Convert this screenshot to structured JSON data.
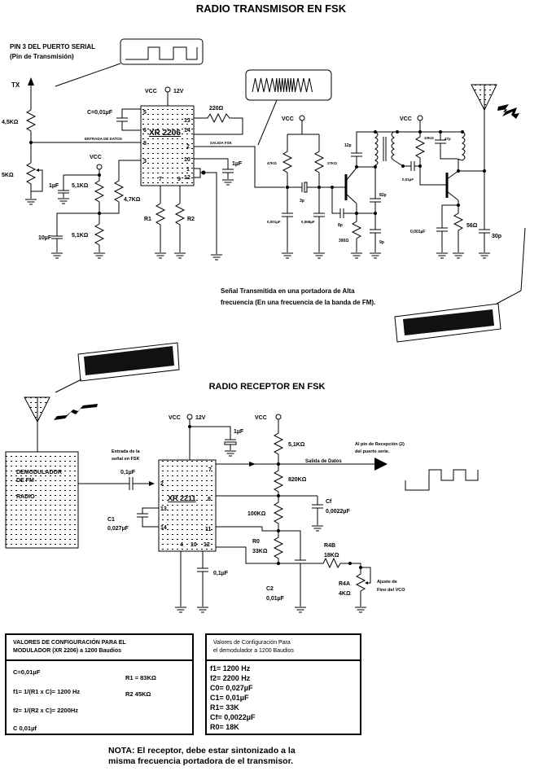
{
  "transmitter": {
    "title": "RADIO TRANSMISOR EN FSK",
    "serial_pin_label": [
      "PIN 3 DEL PUERTO SERIAL",
      "(Pin de Transmisión)"
    ],
    "tx_label": "TX",
    "r_tx_top": "4,5KΩ",
    "pot_tx": "5KΩ",
    "cap_c": "C=0,01µF",
    "entrada_datos": "ENTRADA DE DATOS",
    "salida_fsk": "SALIDA FSK",
    "chip_label": "XR 2206",
    "chip_pins": {
      "p5": "5",
      "p6": "6",
      "p8": "8",
      "p3": "3",
      "p13": "13",
      "p14": "14",
      "p2": "2",
      "p10": "10",
      "p1": "1",
      "p12": "12",
      "p7": "7",
      "p9": "9"
    },
    "r_220": "220Ω",
    "cap_1uF": "1µF",
    "vcc": "VCC",
    "v12": "12V",
    "bias_vcc": "VCC",
    "cap_bias_1uF": "1µF",
    "r_51k_top": "5,1KΩ",
    "r_47k": "4,7KΩ",
    "cap_10uF": "10µF",
    "r_51k_bottom": "5,1KΩ",
    "r1": "R1",
    "r2": "R2",
    "rf": {
      "vcc1": "VCC",
      "r_47k": "47KΩ",
      "r_27k": "27KΩ",
      "cap_3p": "3p",
      "cap_0001": "0,001µF",
      "cap_0068": "0,068µF",
      "cap_12p": "12p",
      "cap_82p": "82p",
      "cap_8p": "8p",
      "r_390": "390Ω",
      "cap_9p": "9p",
      "vcc2": "VCC",
      "r_10k": "10KΩ",
      "cap_47p": "47p",
      "cap_001": "0,01µF",
      "cap_0001b": "0,001µF",
      "r_56": "56Ω",
      "cap_30p": "30p"
    },
    "caption": [
      "Señal Transmitida en una portadora de  Alta",
      "frecuencia (En una frecuencia de la banda de FM)."
    ]
  },
  "receiver": {
    "title": "RADIO RECEPTOR EN FSK",
    "demod_label": [
      "DEMODULADOR",
      "DE FM",
      "RADIO"
    ],
    "input_label": [
      "Entrada de la",
      "señal en FSK"
    ],
    "cap_in": "0,1µF",
    "chip_label": "XR 2211",
    "chip_pins": {
      "p2": "2",
      "p7": "7",
      "p8": "8",
      "p13": "13",
      "p14": "14",
      "p11": "11",
      "p4": "4",
      "p10": "10",
      "p12": "12"
    },
    "c1": [
      "C1",
      "0,027µF"
    ],
    "vcc1": "VCC",
    "v12": "12V",
    "cap_1uF": "1µF",
    "vcc2": "VCC",
    "r_51k": "5,1KΩ",
    "r_820k": "820KΩ",
    "r_100k": "100KΩ",
    "salida_datos": "Salida de Datos",
    "dest_label": [
      "Al pin de Recepción (2)",
      "del puerto serie."
    ],
    "cf": [
      "Cf",
      "0,0022µF"
    ],
    "ro": [
      "R0",
      "33KΩ"
    ],
    "r4b": [
      "R4B",
      "18KΩ"
    ],
    "r4a": [
      "R4A",
      "4KΩ"
    ],
    "fine_adjust": [
      "Ajuste de",
      "Fino del VCO"
    ],
    "c2": [
      "C2",
      "0,01µF"
    ],
    "cap_01": "0,1µF"
  },
  "modulator_table": {
    "header": [
      "VALORES DE CONFIGURACIÓN PARA EL",
      "MODULADOR (XR 2206) a 1200 Baudios"
    ],
    "left": [
      "C=0,01µF",
      "f1= 1/(R1 x C)= 1200 Hz",
      "f2= 1/(R2 x C)= 2200Hz",
      "C  0,01µf"
    ],
    "right": [
      "R1 = 83KΩ",
      "R2  45KΩ"
    ]
  },
  "demodulator_table": {
    "header": [
      "Valores  de Configuración Para",
      "el demodulador a 1200 Baudios"
    ],
    "rows": [
      "f1= 1200 Hz",
      "f2= 2200 Hz",
      "C0= 0,027µF",
      "C1= 0,01µF",
      "R1= 33K",
      "Cf= 0,0022µF",
      "R0= 18K"
    ]
  },
  "note": [
    "NOTA: El receptor, debe estar sintonizado a la",
    "misma frecuencia portadora de el transmisor."
  ]
}
